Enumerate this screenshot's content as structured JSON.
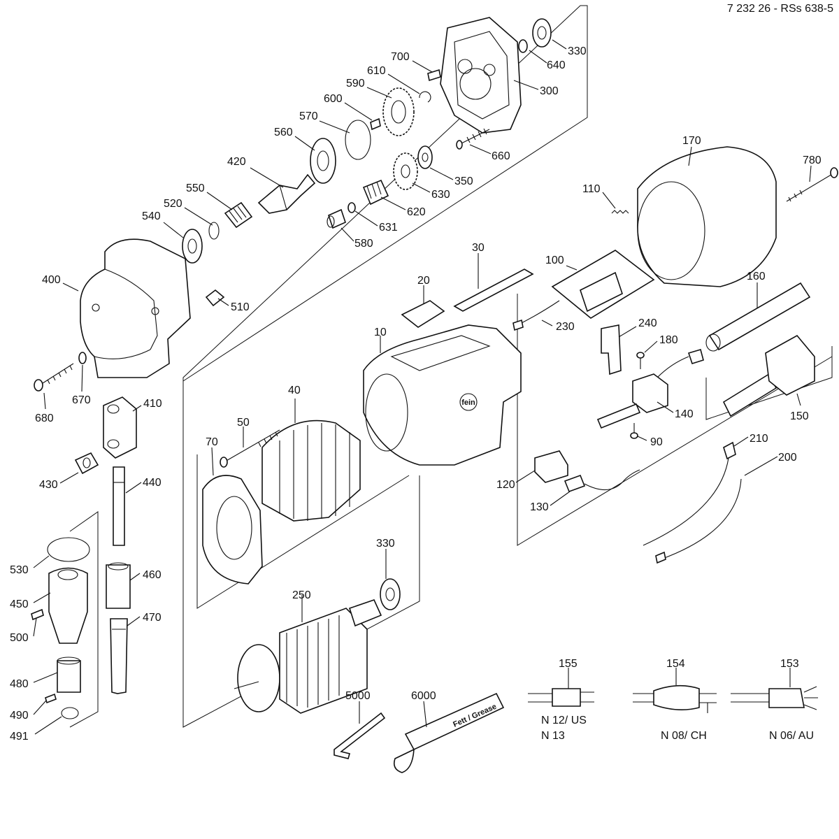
{
  "document_code": "7 232 26 - RSs 638-5",
  "grease_tube_text": "Fett / Grease",
  "brand_logo_text": "fein",
  "labels": [
    {
      "id": "330a",
      "text": "330"
    },
    {
      "id": "640",
      "text": "640"
    },
    {
      "id": "700",
      "text": "700"
    },
    {
      "id": "610",
      "text": "610"
    },
    {
      "id": "590",
      "text": "590"
    },
    {
      "id": "300",
      "text": "300"
    },
    {
      "id": "600",
      "text": "600"
    },
    {
      "id": "570",
      "text": "570"
    },
    {
      "id": "560",
      "text": "560"
    },
    {
      "id": "660",
      "text": "660"
    },
    {
      "id": "420",
      "text": "420"
    },
    {
      "id": "350",
      "text": "350"
    },
    {
      "id": "630",
      "text": "630"
    },
    {
      "id": "550",
      "text": "550"
    },
    {
      "id": "620",
      "text": "620"
    },
    {
      "id": "520",
      "text": "520"
    },
    {
      "id": "631",
      "text": "631"
    },
    {
      "id": "540",
      "text": "540"
    },
    {
      "id": "580",
      "text": "580"
    },
    {
      "id": "170",
      "text": "170"
    },
    {
      "id": "780",
      "text": "780"
    },
    {
      "id": "110",
      "text": "110"
    },
    {
      "id": "400",
      "text": "400"
    },
    {
      "id": "510",
      "text": "510"
    },
    {
      "id": "30",
      "text": "30"
    },
    {
      "id": "100",
      "text": "100"
    },
    {
      "id": "160",
      "text": "160"
    },
    {
      "id": "20",
      "text": "20"
    },
    {
      "id": "230",
      "text": "230"
    },
    {
      "id": "240",
      "text": "240"
    },
    {
      "id": "10",
      "text": "10"
    },
    {
      "id": "180",
      "text": "180"
    },
    {
      "id": "680",
      "text": "680"
    },
    {
      "id": "670",
      "text": "670"
    },
    {
      "id": "410",
      "text": "410"
    },
    {
      "id": "40",
      "text": "40"
    },
    {
      "id": "50",
      "text": "50"
    },
    {
      "id": "70",
      "text": "70"
    },
    {
      "id": "140",
      "text": "140"
    },
    {
      "id": "150",
      "text": "150"
    },
    {
      "id": "90",
      "text": "90"
    },
    {
      "id": "210",
      "text": "210"
    },
    {
      "id": "200",
      "text": "200"
    },
    {
      "id": "430",
      "text": "430"
    },
    {
      "id": "440",
      "text": "440"
    },
    {
      "id": "120",
      "text": "120"
    },
    {
      "id": "130",
      "text": "130"
    },
    {
      "id": "530",
      "text": "530"
    },
    {
      "id": "330b",
      "text": "330"
    },
    {
      "id": "460",
      "text": "460"
    },
    {
      "id": "450",
      "text": "450"
    },
    {
      "id": "250",
      "text": "250"
    },
    {
      "id": "470",
      "text": "470"
    },
    {
      "id": "500",
      "text": "500"
    },
    {
      "id": "155",
      "text": "155"
    },
    {
      "id": "154",
      "text": "154"
    },
    {
      "id": "153",
      "text": "153"
    },
    {
      "id": "480",
      "text": "480"
    },
    {
      "id": "5000",
      "text": "5000"
    },
    {
      "id": "6000",
      "text": "6000"
    },
    {
      "id": "490",
      "text": "490"
    },
    {
      "id": "491",
      "text": "491"
    }
  ],
  "plug_variants": [
    {
      "part": "155",
      "line1": "N 12/ US",
      "line2": "N 13"
    },
    {
      "part": "154",
      "line1": "N 08/ CH"
    },
    {
      "part": "153",
      "line1": "N 06/ AU"
    }
  ]
}
